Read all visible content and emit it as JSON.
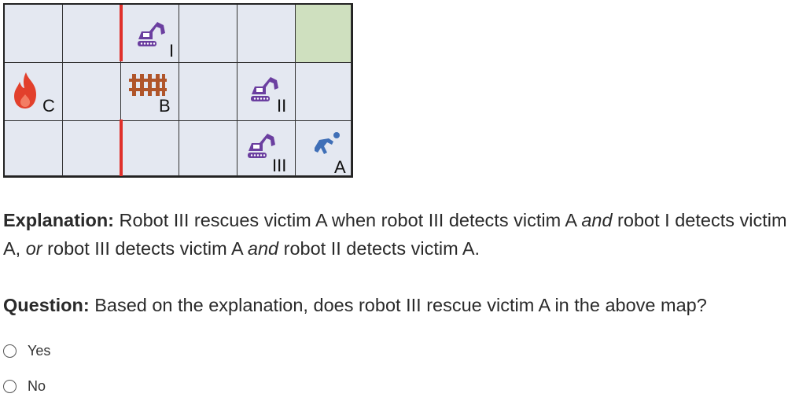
{
  "map": {
    "robots": [
      "I",
      "II",
      "III"
    ],
    "victim": "A",
    "barrier": "B",
    "fire": "C",
    "colors": {
      "wall": "#e0302b",
      "cell": "#e4e8f1",
      "goal": "#cfe0bf",
      "robot": "#6b3fa0",
      "victim": "#3f6fb7",
      "fire": "#e2402c",
      "barrier": "#b0552a"
    }
  },
  "explanation": {
    "label": "Explanation:",
    "p1": " Robot III rescues victim A when robot III detects victim A ",
    "and1": "and",
    "p2": " robot I detects victim A, ",
    "or": "or",
    "p3": " robot III detects victim A ",
    "and2": "and",
    "p4": " robot II detects victim A."
  },
  "question": {
    "label": "Question:",
    "text": " Based on the explanation, does robot III rescue victim A in the above map?"
  },
  "options": [
    "Yes",
    "No"
  ]
}
